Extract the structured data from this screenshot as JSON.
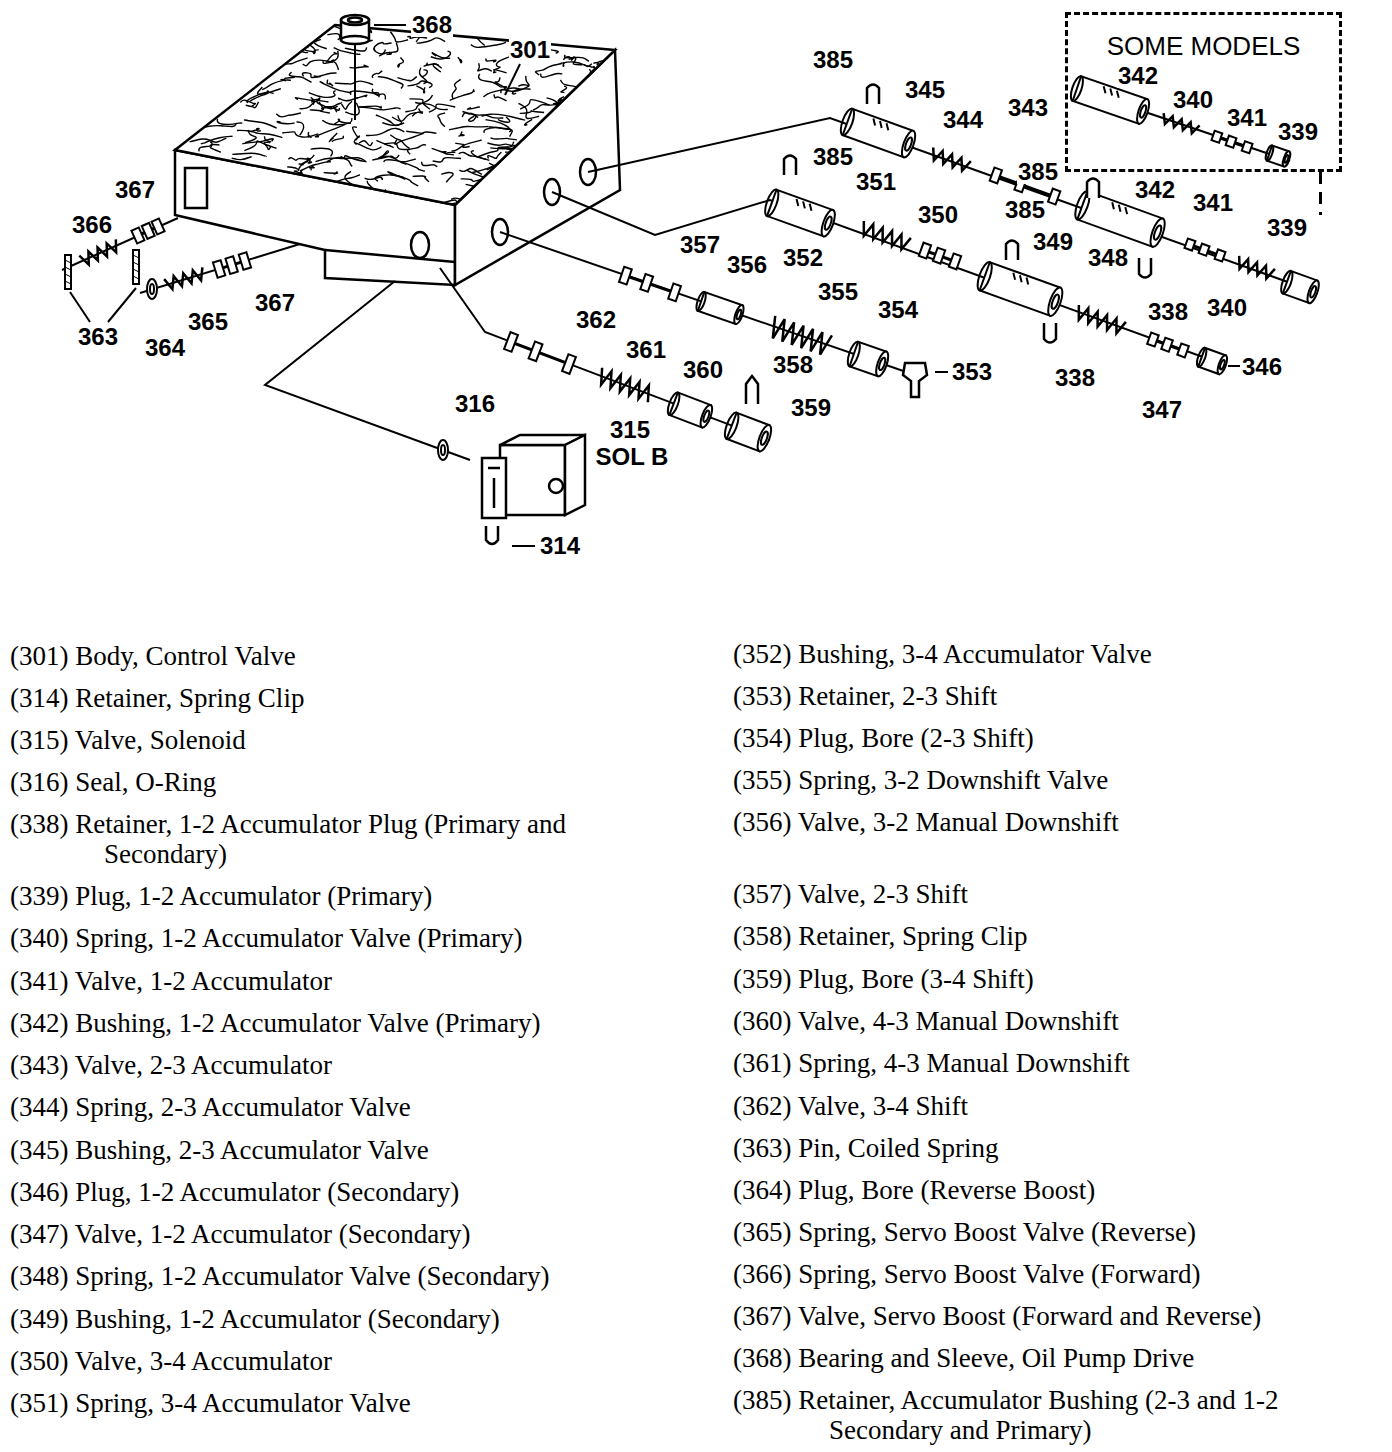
{
  "diagram": {
    "nodes": [
      {
        "text": [
          "SOME MODELS"
        ]
      }
    ],
    "labels": [
      "368",
      "301",
      "385",
      "345",
      "342",
      "340",
      "341",
      "339",
      "344",
      "343",
      "385",
      "342",
      "385",
      "351",
      "341",
      "339",
      "367",
      "366",
      "350",
      "385",
      "349",
      "357",
      "356",
      "352",
      "348",
      "355",
      "354",
      "338",
      "340",
      "367",
      "362",
      "365",
      "363",
      "364",
      "361",
      "353",
      "358",
      "360",
      "338",
      "346",
      "347",
      "359",
      "316",
      "315",
      "SOL B",
      "314",
      "(301) Body, Control Valve",
      "(314) Retainer, Spring Clip",
      "(315) Valve, Solenoid",
      "(316) Seal, O-Ring",
      "(338) Retainer, 1-2 Accumulator Plug (Primary and Secondary)",
      "(339) Plug, 1-2 Accumulator (Primary)",
      "(340) Spring, 1-2 Accumulator Valve (Primary)",
      "(341) Valve, 1-2 Accumulator",
      "(342) Bushing, 1-2 Accumulator Valve (Primary)",
      "(343) Valve, 2-3 Accumulator",
      "(344) Spring, 2-3 Accumulator Valve",
      "(345) Bushing, 2-3 Accumulator Valve",
      "(346) Plug, 1-2 Accumulator (Secondary)",
      "(347) Valve, 1-2 Accumulator (Secondary)",
      "(348) Spring, 1-2 Accumulator Valve (Secondary)",
      "(349) Bushing, 1-2 Accumulator (Secondary)",
      "(350) Valve, 3-4 Accumulator",
      "(351) Spring, 3-4 Accumulator Valve",
      "(352) Bushing, 3-4 Accumulator Valve",
      "(353) Retainer, 2-3 Shift",
      "(354) Plug, Bore (2-3 Shift)",
      "(355) Spring, 3-2 Downshift Valve",
      "(356) Valve, 3-2 Manual Downshift",
      "(357) Valve, 2-3 Shift",
      "(358) Retainer, Spring Clip",
      "(359) Plug, Bore (3-4 Shift)",
      "(360) Valve, 4-3 Manual Downshift",
      "(361) Spring, 4-3 Manual Downshift",
      "(362) Valve, 3-4 Shift",
      "(363) Pin, Coiled Spring",
      "(364) Plug, Bore (Reverse Boost)",
      "(365) Spring, Servo Boost Valve (Reverse)",
      "(366) Spring, Servo Boost Valve (Forward)",
      "(367) Valve, Servo Boost (Forward and Reverse)",
      "(368) Bearing and Sleeve, Oil Pump Drive",
      "(385) Retainer, Accumulator Bushing (2-3 and 1-2 Secondary and Primary)"
    ]
  }
}
